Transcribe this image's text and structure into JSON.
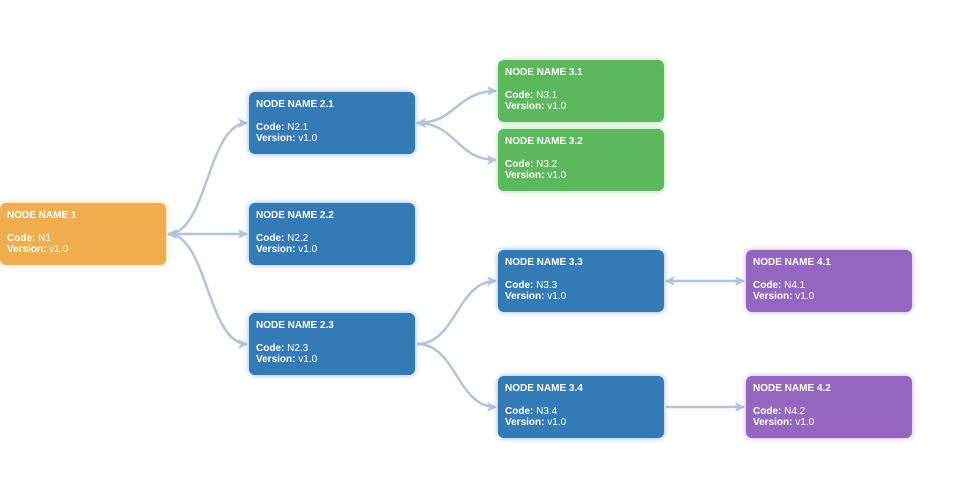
{
  "colors": {
    "root": "#f0ad4e",
    "level2": "#337ab7",
    "level3_top": "#5cb85c",
    "level3_bottom": "#337ab7",
    "level4": "#9466c0",
    "edge": "#b0c4de"
  },
  "labels": {
    "code": "Code:",
    "version": "Version:"
  },
  "nodes": {
    "n1": {
      "title": "NODE NAME 1",
      "code": "N1",
      "version": "v1.0"
    },
    "n21": {
      "title": "NODE NAME 2.1",
      "code": "N2.1",
      "version": "v1.0"
    },
    "n22": {
      "title": "NODE NAME 2.2",
      "code": "N2.2",
      "version": "v1.0"
    },
    "n23": {
      "title": "NODE NAME 2.3",
      "code": "N2.3",
      "version": "v1.0"
    },
    "n31": {
      "title": "NODE NAME 3.1",
      "code": "N3.1",
      "version": "v1.0"
    },
    "n32": {
      "title": "NODE NAME 3.2",
      "code": "N3.2",
      "version": "v1.0"
    },
    "n33": {
      "title": "NODE NAME 3.3",
      "code": "N3.3",
      "version": "v1.0"
    },
    "n34": {
      "title": "NODE NAME 3.4",
      "code": "N3.4",
      "version": "v1.0"
    },
    "n41": {
      "title": "NODE NAME 4.1",
      "code": "N4.1",
      "version": "v1.0"
    },
    "n42": {
      "title": "NODE NAME 4.2",
      "code": "N4.2",
      "version": "v1.0"
    }
  },
  "edges": [
    {
      "from": "n1",
      "to": "n21",
      "bidirectional": true
    },
    {
      "from": "n1",
      "to": "n22",
      "bidirectional": true
    },
    {
      "from": "n1",
      "to": "n23",
      "bidirectional": true
    },
    {
      "from": "n21",
      "to": "n31",
      "bidirectional": true
    },
    {
      "from": "n21",
      "to": "n32",
      "bidirectional": true
    },
    {
      "from": "n23",
      "to": "n33",
      "bidirectional": false
    },
    {
      "from": "n23",
      "to": "n34",
      "bidirectional": false
    },
    {
      "from": "n33",
      "to": "n41",
      "bidirectional": true
    },
    {
      "from": "n34",
      "to": "n42",
      "bidirectional": false
    }
  ]
}
